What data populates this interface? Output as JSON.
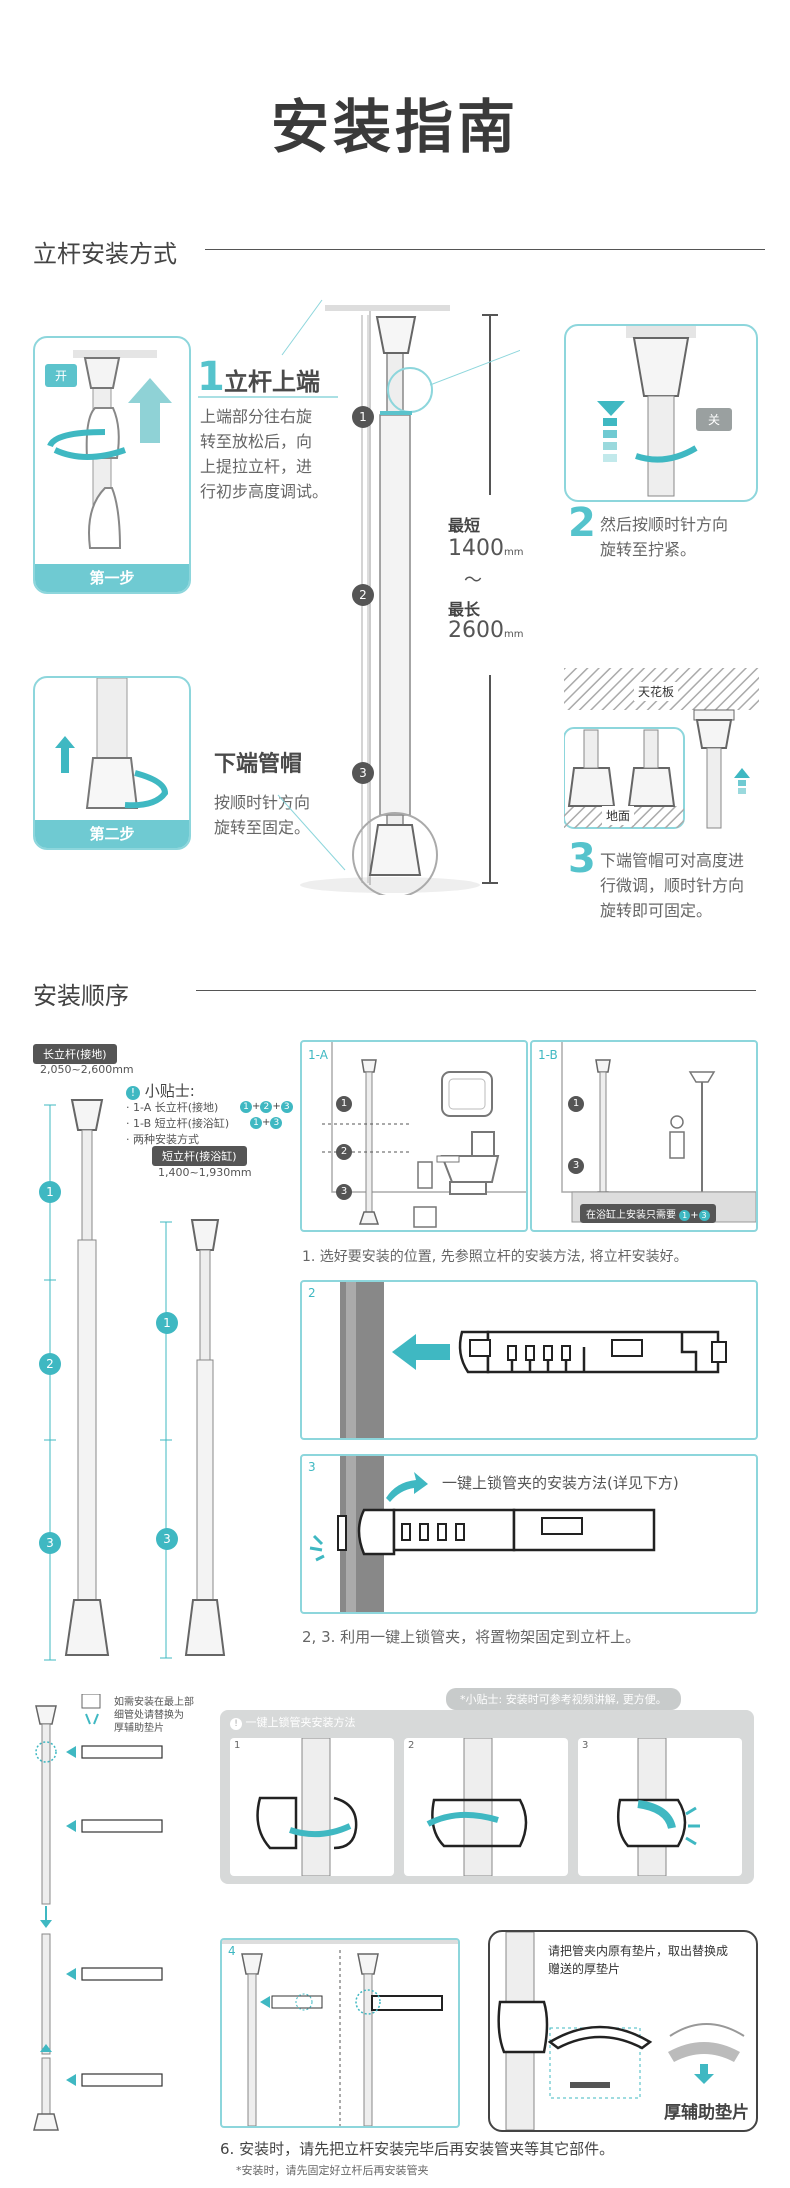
{
  "page": {
    "title": "安装指南"
  },
  "section1": {
    "heading": "立杆安装方式",
    "step1": {
      "tag": "开",
      "footer": "第一步",
      "num": "1",
      "title": "立杆上端",
      "lines": [
        "上端部分往右旋",
        "转至放松后，向",
        "上提拉立杆，进",
        "行初步高度调试。"
      ]
    },
    "step2": {
      "footer": "第二步",
      "title": "下端管帽",
      "lines": [
        "按顺时针方向",
        "旋转至固定。"
      ]
    },
    "pole": {
      "n1": "1",
      "n2": "2",
      "n3": "3",
      "min_label": "最短",
      "min_value": "1400",
      "unit": "mm",
      "tilde": "～",
      "max_label": "最长",
      "max_value": "2600"
    },
    "right2": {
      "tag": "关",
      "num": "2",
      "lines": [
        "然后按顺时针方向",
        "旋转至拧紧。"
      ]
    },
    "right3": {
      "ceiling": "天花板",
      "floor": "地面",
      "num": "3",
      "lines": [
        "下端管帽可对高度进",
        "行微调，顺时针方向",
        "旋转即可固定。"
      ]
    }
  },
  "section2": {
    "heading": "安装顺序",
    "long_pole": {
      "label": "长立杆(接地)",
      "range": "2,050~2,600mm",
      "n1": "1",
      "n2": "2",
      "n3": "3"
    },
    "tips": {
      "title": "小贴士:",
      "lines": [
        "· 1-A  长立杆(接地)",
        "· 1-B  短立杆(接浴缸)",
        "· 两种安装方式"
      ],
      "seqA": [
        "1",
        "2",
        "3"
      ],
      "seqB": [
        "1",
        "3"
      ],
      "plus": "+"
    },
    "short_pole": {
      "label": "短立杆(接浴缸)",
      "range": "1,400~1,930mm",
      "n1": "1",
      "n3": "3"
    },
    "box1a": {
      "label": "1-A",
      "n1": "1",
      "n2": "2",
      "n3": "3"
    },
    "box1b": {
      "label": "1-B",
      "n1": "1",
      "n3": "3",
      "bath_note": "在浴缸上安装只需要",
      "bath_n1": "1",
      "bath_plus": "+",
      "bath_n3": "3"
    },
    "cap1": "1. 选好要安装的位置, 先参照立杆的安装方法, 将立杆安装好。",
    "box2": {
      "label": "2"
    },
    "box3": {
      "label": "3",
      "text": "一键上锁管夹的安装方法(详见下方)"
    },
    "cap23": "2, 3. 利用一键上锁管夹，将置物架固定到立杆上。"
  },
  "section3": {
    "left_note": [
      "如需安装在最上部",
      "细管处请替换为",
      "厚辅助垫片"
    ],
    "tip_bubble": "*小贴士: 安装时可参考视频讲解, 更方便。",
    "clip_title": "一键上锁管夹安装方法",
    "steps": [
      "1",
      "2",
      "3"
    ],
    "box4": {
      "label": "4"
    },
    "pad_note": [
      "请把管夹内原有垫片，取出替换成",
      "赠送的厚垫片"
    ],
    "pad_label": "厚辅助垫片",
    "cap6": "6. 安装时，请先把立杆安装完毕后再安装管夹等其它部件。",
    "note6": "*安装时，请先固定好立杆后再安装管夹"
  }
}
